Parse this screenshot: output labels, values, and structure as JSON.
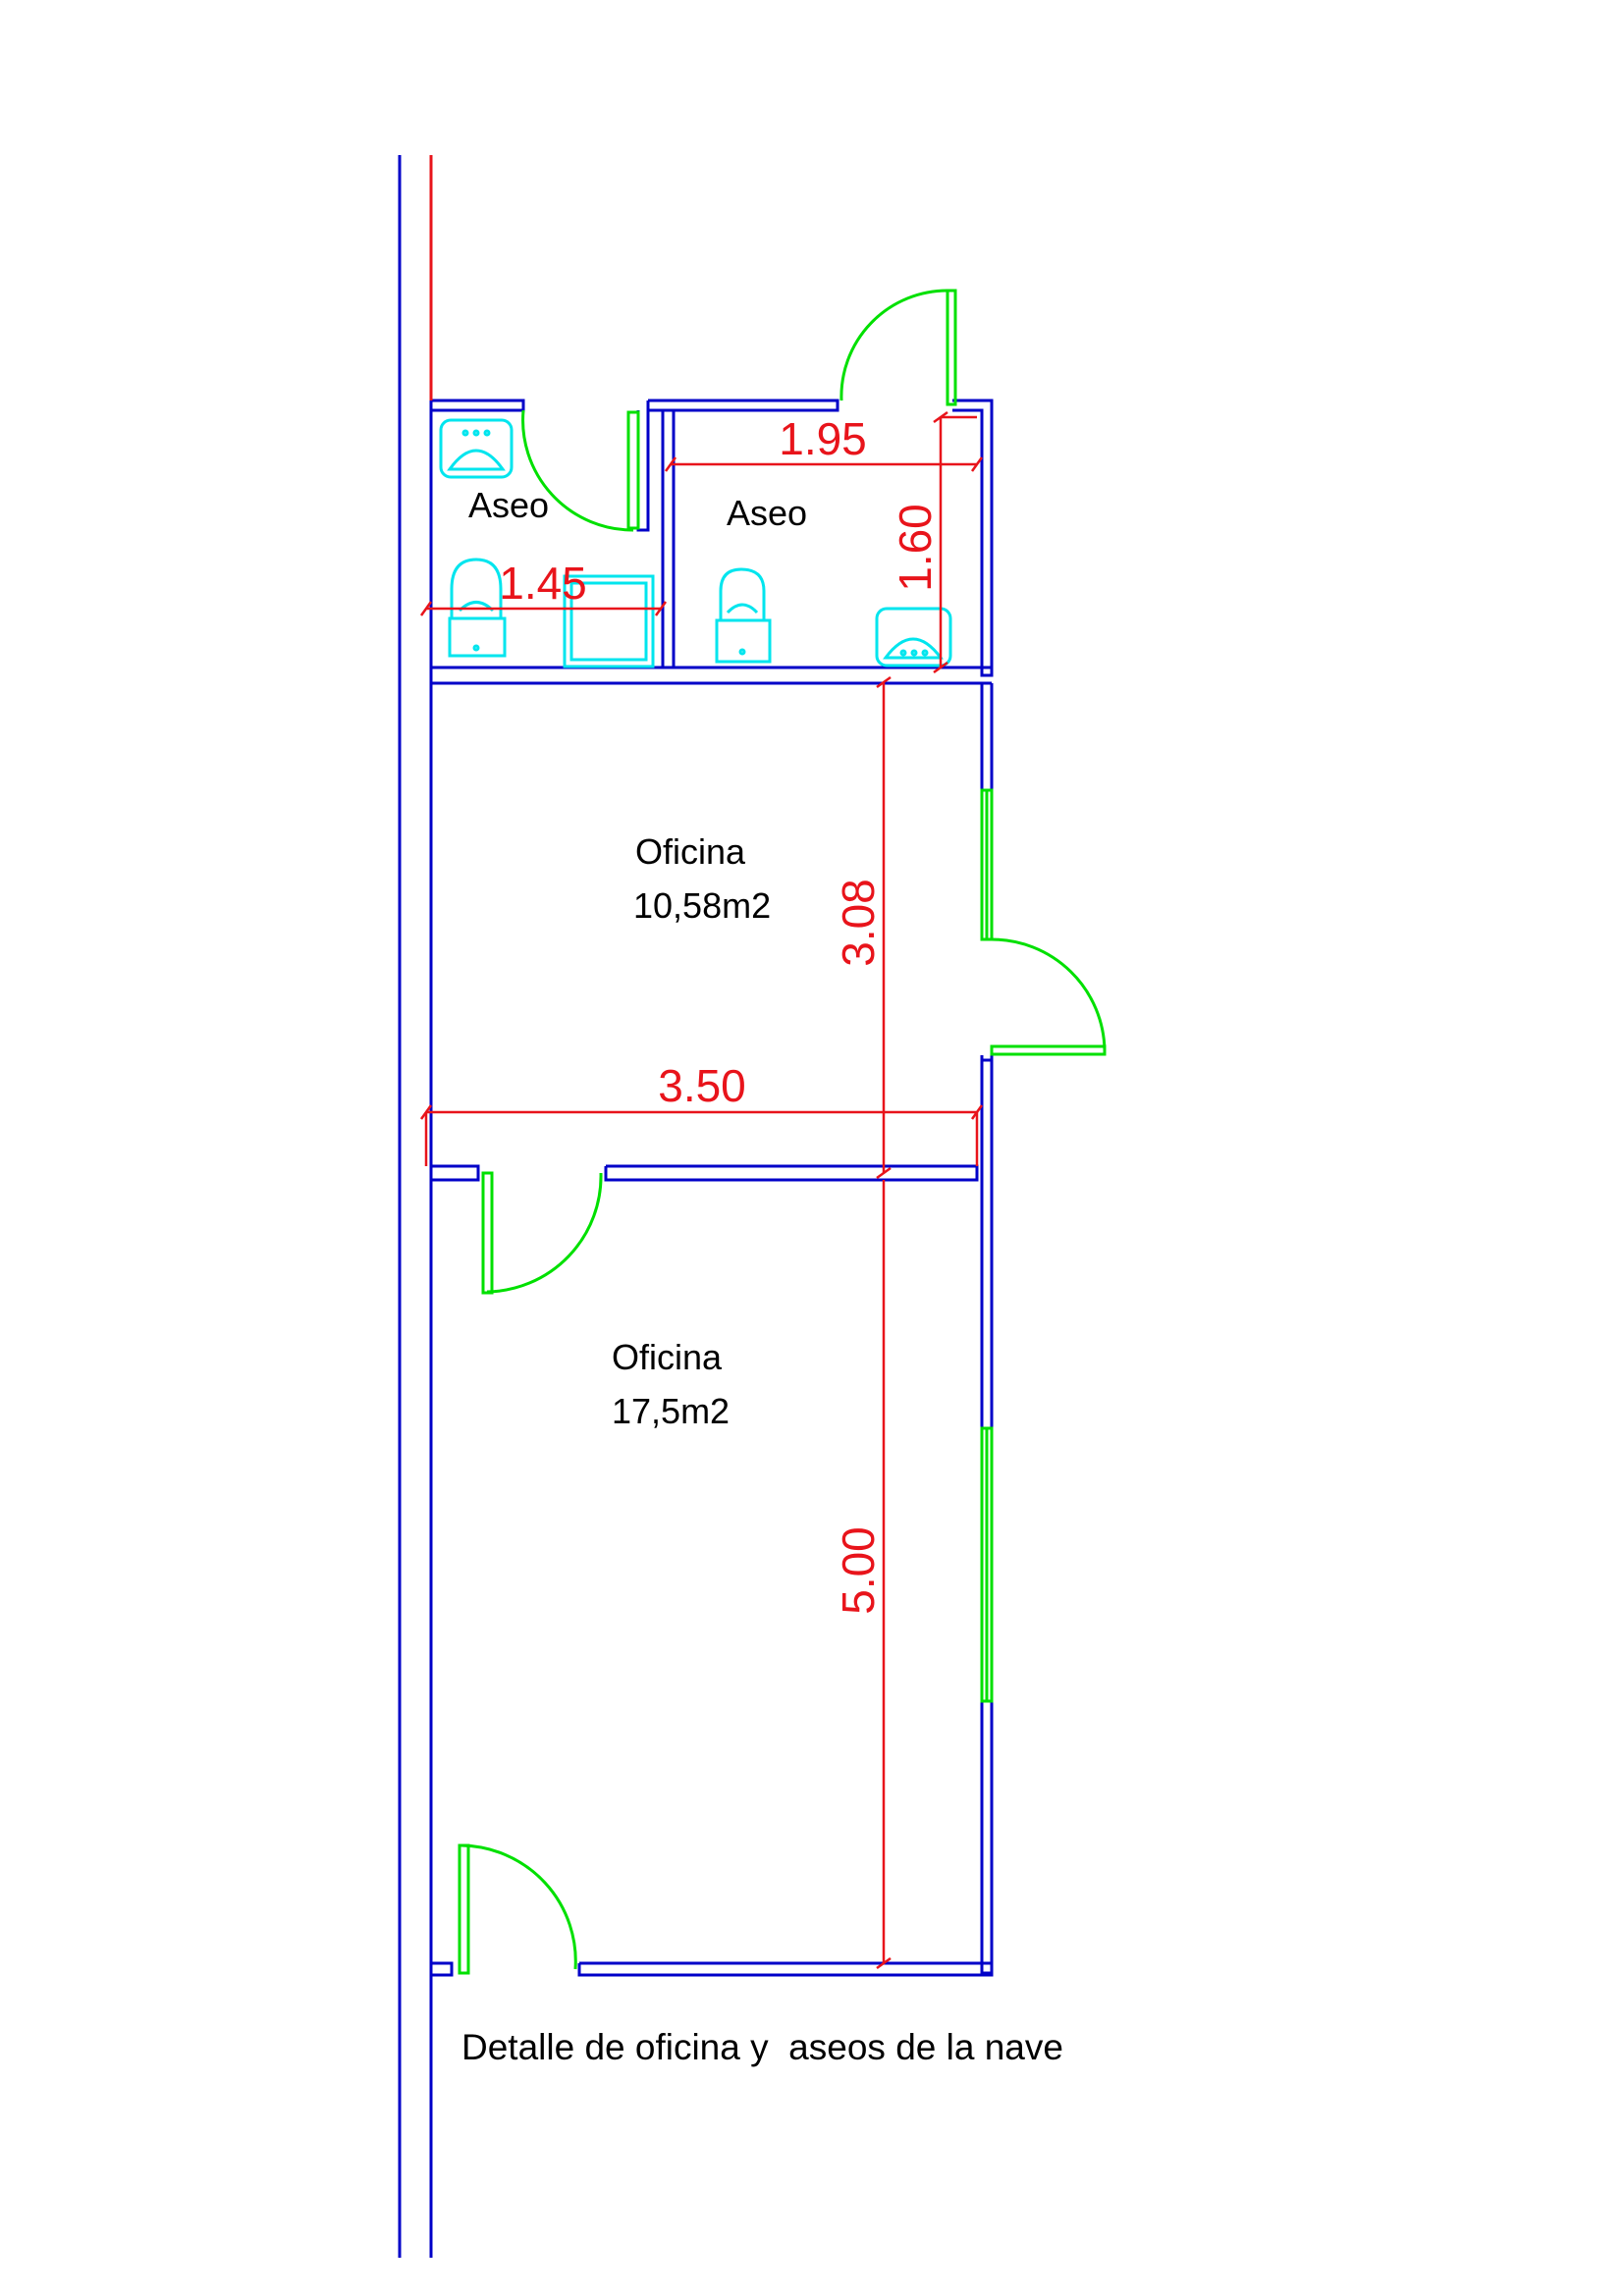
{
  "colors": {
    "wall": "#0000c8",
    "door": "#00e000",
    "fixture": "#00e5ee",
    "dimension": "#e8141b",
    "text": "#000000"
  },
  "rooms": {
    "aseo_left": "Aseo",
    "aseo_right": "Aseo",
    "oficina_top_name": "Oficina",
    "oficina_top_area": "10,58m2",
    "oficina_bottom_name": "Oficina",
    "oficina_bottom_area": "17,5m2"
  },
  "dimensions": {
    "aseo_width_right": "1.95",
    "aseo_width_left": "1.45",
    "aseo_depth": "1.60",
    "oficina_top_depth": "3.08",
    "office_width": "3.50",
    "oficina_bottom_depth": "5.00"
  },
  "fixtures": [
    "sink-icon",
    "toilet-icon",
    "shower-icon",
    "toilet-icon",
    "sink-icon"
  ],
  "caption": "Detalle de oficina y  aseos de la nave"
}
